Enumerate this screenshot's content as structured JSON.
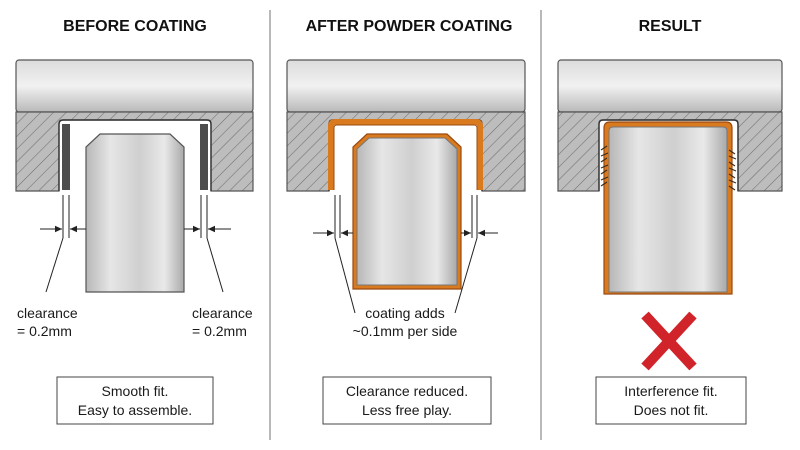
{
  "colors": {
    "steel_light": "#e4e4e4",
    "steel_mid": "#c2c2c2",
    "steel_dark": "#8f8f8f",
    "hatch_bg": "#bdbdbd",
    "hatch_line": "#6f6f6f",
    "coating": "#d97a1f",
    "coating_edge": "#9a4a10",
    "cross": "#d1232a",
    "divider": "#8a8a8a"
  },
  "panels": [
    {
      "title": "BEFORE COATING",
      "notes": [
        [
          "clearance",
          "= 0.2mm"
        ],
        [
          "clearance",
          "= 0.2mm"
        ]
      ],
      "caption": [
        "Smooth fit.",
        "Easy to assemble."
      ]
    },
    {
      "title": "AFTER POWDER COATING",
      "notes": [
        [
          "coating adds",
          "~0.1mm per side"
        ]
      ],
      "caption": [
        "Clearance reduced.",
        "Less free play."
      ]
    },
    {
      "title": "RESULT",
      "result_icon": "red-x-icon",
      "caption": [
        "Interference fit.",
        "Does not fit."
      ]
    }
  ]
}
